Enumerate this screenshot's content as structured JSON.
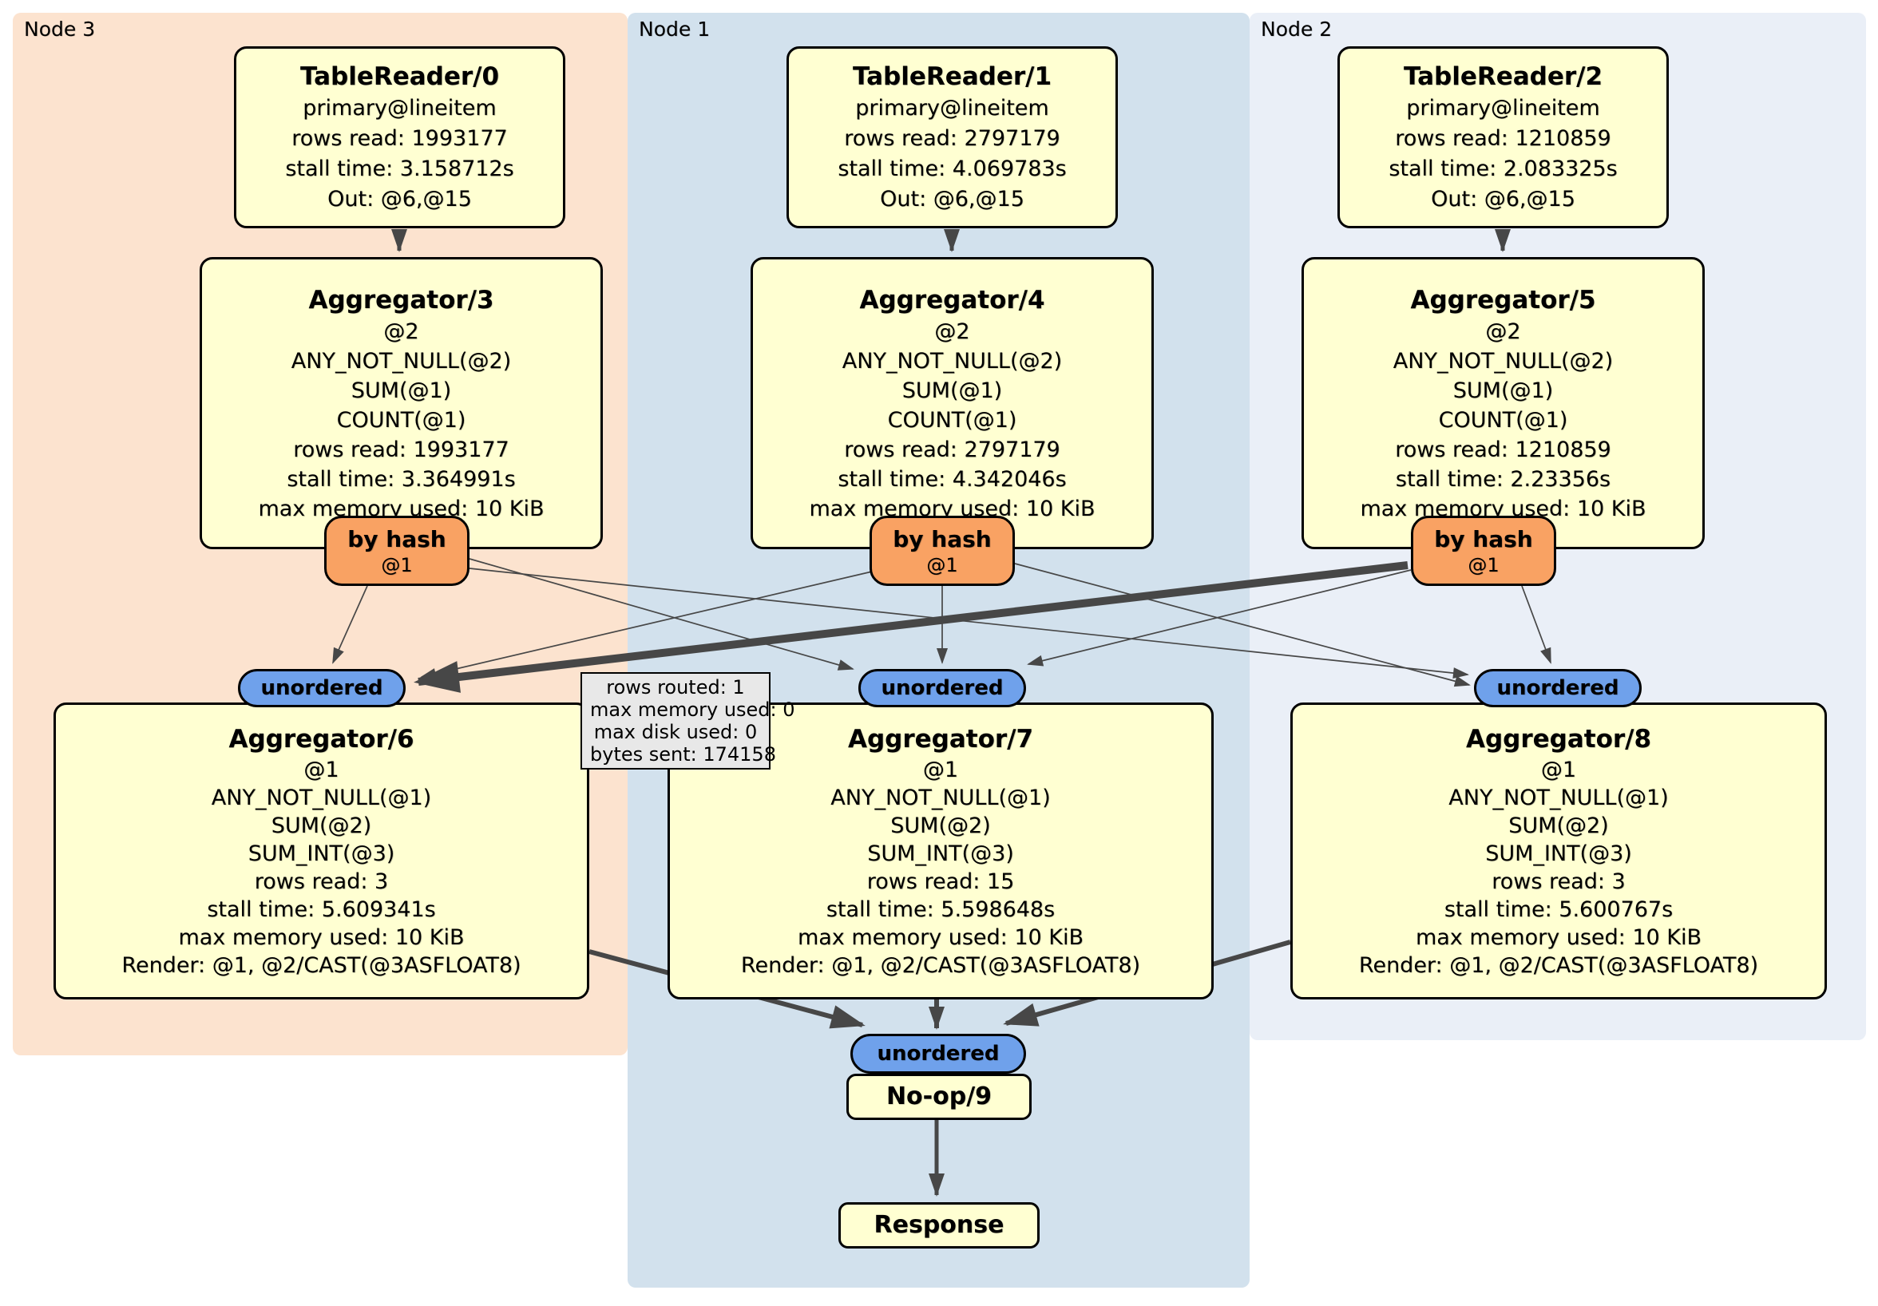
{
  "bands": [
    {
      "label": "Node 3"
    },
    {
      "label": "Node 1"
    },
    {
      "label": "Node 2"
    }
  ],
  "table_readers": [
    {
      "title": "TableReader/0",
      "lines": [
        "primary@lineitem",
        "rows read: 1993177",
        "stall time: 3.158712s",
        "Out: @6,@15"
      ]
    },
    {
      "title": "TableReader/1",
      "lines": [
        "primary@lineitem",
        "rows read: 2797179",
        "stall time: 4.069783s",
        "Out: @6,@15"
      ]
    },
    {
      "title": "TableReader/2",
      "lines": [
        "primary@lineitem",
        "rows read: 1210859",
        "stall time: 2.083325s",
        "Out: @6,@15"
      ]
    }
  ],
  "hash_aggregators": [
    {
      "title": "Aggregator/3",
      "lines": [
        "@2",
        "ANY_NOT_NULL(@2)",
        "SUM(@1)",
        "COUNT(@1)",
        "rows read: 1993177",
        "stall time: 3.364991s",
        "max memory used: 10 KiB"
      ]
    },
    {
      "title": "Aggregator/4",
      "lines": [
        "@2",
        "ANY_NOT_NULL(@2)",
        "SUM(@1)",
        "COUNT(@1)",
        "rows read: 2797179",
        "stall time: 4.342046s",
        "max memory used: 10 KiB"
      ]
    },
    {
      "title": "Aggregator/5",
      "lines": [
        "@2",
        "ANY_NOT_NULL(@2)",
        "SUM(@1)",
        "COUNT(@1)",
        "rows read: 1210859",
        "stall time: 2.23356s",
        "max memory used: 10 KiB"
      ]
    }
  ],
  "routers": [
    {
      "label": "by hash",
      "detail": "@1"
    },
    {
      "label": "by hash",
      "detail": "@1"
    },
    {
      "label": "by hash",
      "detail": "@1"
    }
  ],
  "streams": [
    {
      "label": "unordered"
    },
    {
      "label": "unordered"
    },
    {
      "label": "unordered"
    },
    {
      "label": "unordered"
    }
  ],
  "final_aggregators": [
    {
      "title": "Aggregator/6",
      "lines": [
        "@1",
        "ANY_NOT_NULL(@1)",
        "SUM(@2)",
        "SUM_INT(@3)",
        "rows read: 3",
        "stall time: 5.609341s",
        "max memory used: 10 KiB",
        "Render: @1, @2/CAST(@3ASFLOAT8)"
      ]
    },
    {
      "title": "Aggregator/7",
      "lines": [
        "@1",
        "ANY_NOT_NULL(@1)",
        "SUM(@2)",
        "SUM_INT(@3)",
        "rows read: 15",
        "stall time: 5.598648s",
        "max memory used: 10 KiB",
        "Render: @1, @2/CAST(@3ASFLOAT8)"
      ]
    },
    {
      "title": "Aggregator/8",
      "lines": [
        "@1",
        "ANY_NOT_NULL(@1)",
        "SUM(@2)",
        "SUM_INT(@3)",
        "rows read: 3",
        "stall time: 5.600767s",
        "max memory used: 10 KiB",
        "Render: @1, @2/CAST(@3ASFLOAT8)"
      ]
    }
  ],
  "noop": {
    "title": "No-op/9"
  },
  "response": {
    "title": "Response"
  },
  "tooltip": {
    "lines": [
      "rows routed: 1",
      "max memory used: 0",
      "max disk used: 0",
      "bytes sent: 174158"
    ]
  },
  "colors": {
    "node3_band": "#fce3cf",
    "node1_band": "#d2e1ed",
    "node2_band": "#eaeff7",
    "processor_fill": "#ffffd2",
    "router_fill": "#f9a263",
    "stream_fill": "#6fa1eb",
    "tooltip_fill": "#e8e8e8",
    "edge": "#474747"
  }
}
